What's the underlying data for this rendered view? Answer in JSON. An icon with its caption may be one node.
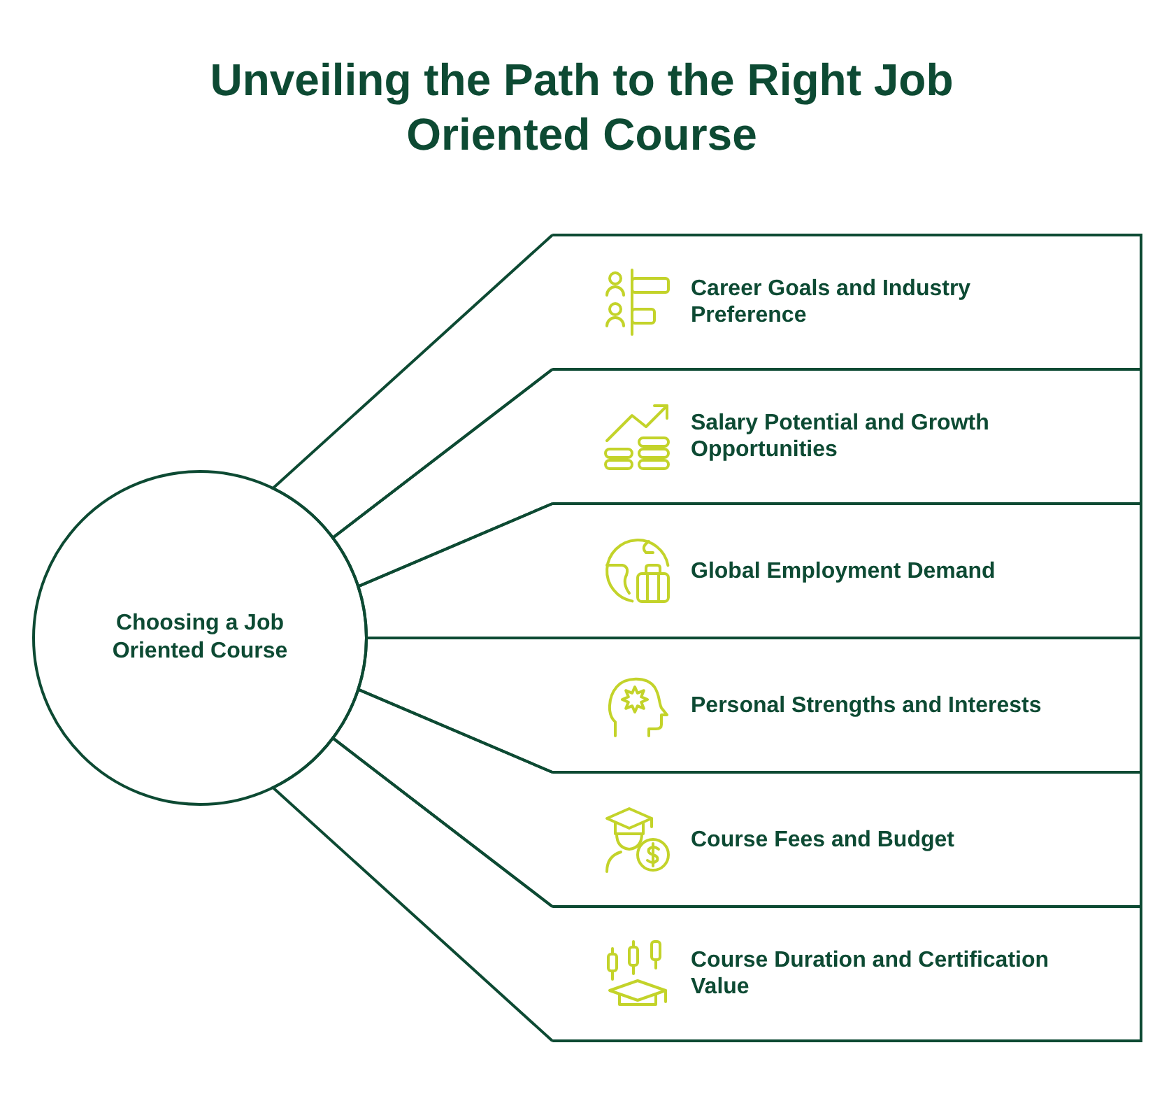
{
  "diagram": {
    "title": "Unveiling the Path to the Right Job Oriented Course",
    "nodes": [
      {
        "text": [
          "Choosing a Job Oriented Course"
        ]
      },
      {
        "text": [
          "Career Goals and Industry Preference"
        ]
      },
      {
        "text": [
          "Salary Potential and Growth Opportunities"
        ]
      },
      {
        "text": [
          "Global Employment Demand"
        ]
      },
      {
        "text": [
          "Personal Strengths and Interests"
        ]
      },
      {
        "text": [
          "Course Fees and Budget"
        ]
      },
      {
        "text": [
          "Course Duration and Certification Value"
        ]
      }
    ],
    "edges": [
      {
        "from": 0,
        "to": 1,
        "arrow": "none"
      },
      {
        "from": 0,
        "to": 2,
        "arrow": "none"
      },
      {
        "from": 0,
        "to": 3,
        "arrow": "none"
      },
      {
        "from": 0,
        "to": 4,
        "arrow": "none"
      },
      {
        "from": 0,
        "to": 5,
        "arrow": "none"
      },
      {
        "from": 0,
        "to": 6,
        "arrow": "none"
      }
    ]
  }
}
